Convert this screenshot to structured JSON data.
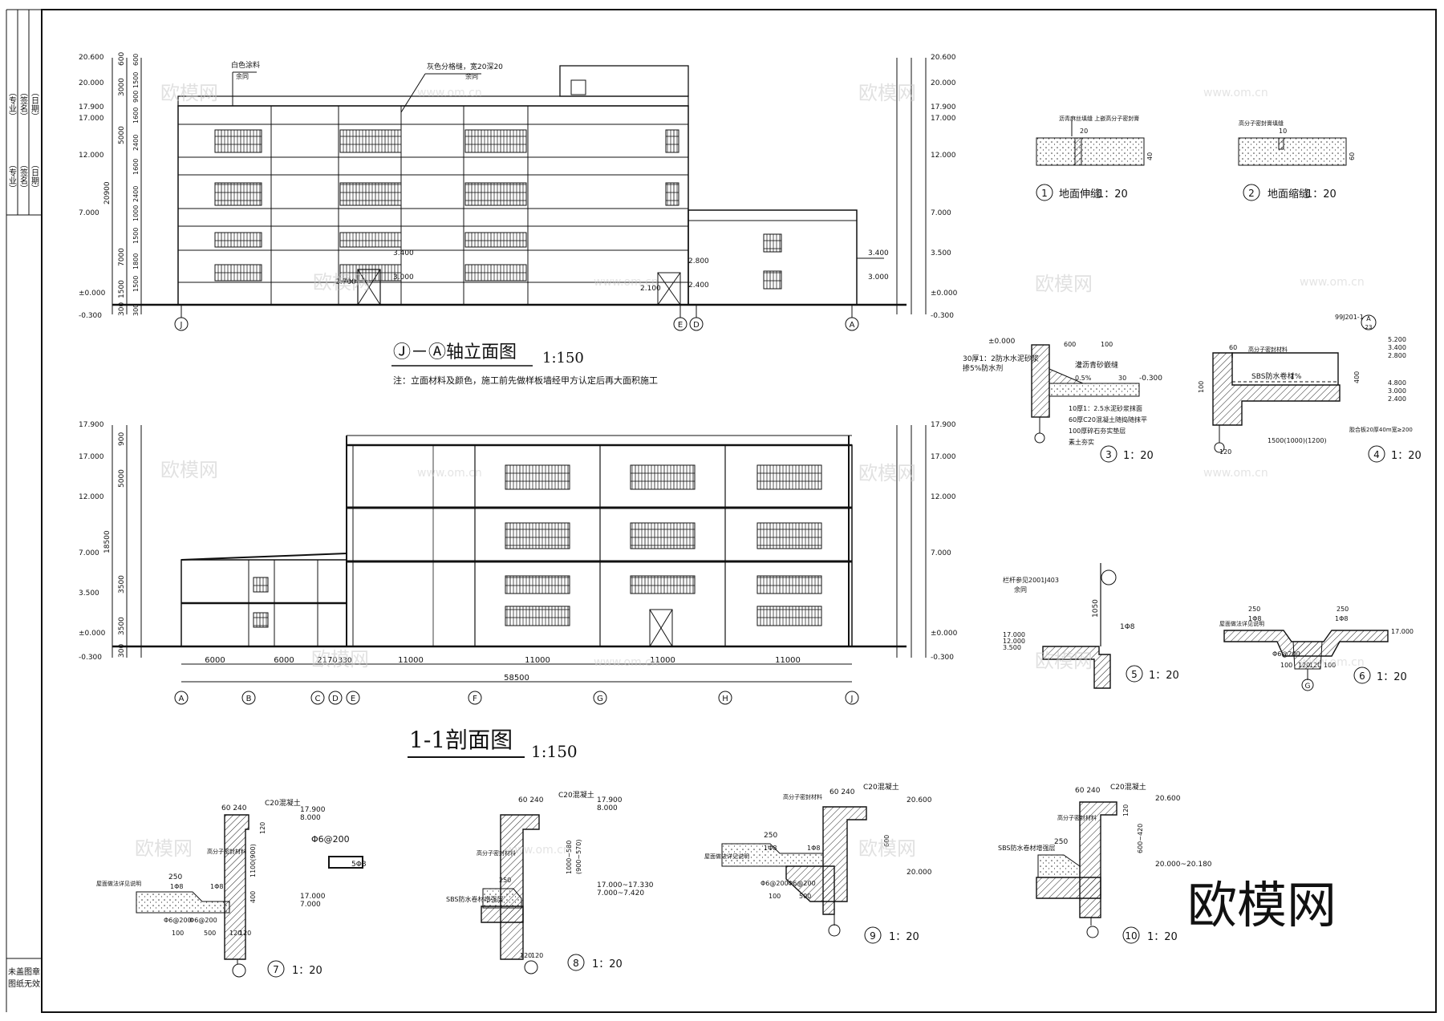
{
  "left_strip": {
    "top_labels": [
      "（专业）",
      "（签名）",
      "（日期）",
      "（专业）",
      "（签名）",
      "（日期）"
    ],
    "bottom_note": [
      "未盖图章",
      "图纸无效"
    ]
  },
  "elevation": {
    "title_axes": "Ⓙ－Ⓐ轴立面图",
    "scale": "1:150",
    "note": "注：立面材料及颜色，施工前先做样板墙经甲方认定后再大面积施工",
    "callout_1": "白色涂料",
    "callout_1b": "余同",
    "callout_2": "灰色分格缝，宽20深20",
    "callout_2b": "余同",
    "left_levels": [
      "20.600",
      "20.000",
      "17.900",
      "17.000",
      "12.000",
      "7.000",
      "±0.000",
      "-0.300"
    ],
    "right_levels": [
      "20.600",
      "20.000",
      "17.900",
      "17.000",
      "12.000",
      "7.000",
      "3.500",
      "±0.000",
      "-0.300"
    ],
    "dims_left": [
      "600",
      "3000",
      "5000",
      "20900",
      "7000",
      "1500",
      "300"
    ],
    "dims_left_inner": [
      "600",
      "1500",
      "900",
      "1600",
      "2400",
      "1600",
      "2400",
      "1000",
      "1500",
      "1800",
      "1500",
      "300"
    ],
    "inline_levels": [
      "3.400",
      "3.000",
      "2.700",
      "2.800",
      "2.400",
      "2.100",
      "3.400",
      "3.000"
    ],
    "axes": [
      "J",
      "E",
      "D",
      "A"
    ]
  },
  "section": {
    "title": "1-1剖面图",
    "scale": "1:150",
    "left_levels": [
      "17.900",
      "17.000",
      "12.000",
      "7.000",
      "3.500",
      "±0.000",
      "-0.300"
    ],
    "right_levels": [
      "17.900",
      "17.000",
      "12.000",
      "7.000",
      "±0.000",
      "-0.300"
    ],
    "dims_left": [
      "900",
      "5000",
      "18500",
      "3500",
      "3500",
      "300"
    ],
    "spans": [
      "6000",
      "6000",
      "2170",
      "330",
      "11000",
      "11000",
      "11000",
      "11000"
    ],
    "total": "58500",
    "axes": [
      "A",
      "B",
      "C",
      "D",
      "E",
      "F",
      "G",
      "H",
      "J"
    ]
  },
  "details": {
    "d1": {
      "num": "1",
      "title": "地面伸缝",
      "scale": "1：20",
      "note": "沥青麻丝填缝 上嵌高分子密封膏",
      "dim": "20",
      "dim2": "40"
    },
    "d2": {
      "num": "2",
      "title": "地面缩缝",
      "scale": "1：20",
      "note": "高分子密封膏填缝",
      "dim": "10",
      "dim2": "60"
    },
    "d3": {
      "num": "3",
      "scale": "1：20",
      "level": "±0.000",
      "level2": "-0.300",
      "note1": "30厚1：2防水水泥砂浆",
      "note2": "掺5%防水剂",
      "note3": "灌沥青砂嵌缝",
      "layers": [
        "10厚1：2.5水泥砂浆抹面",
        "60厚C20混凝土随捣随抹平",
        "100厚碎石夯实垫层",
        "素土夯实"
      ],
      "dims": [
        "600",
        "100",
        "30",
        "0.5%"
      ]
    },
    "d4": {
      "num": "4",
      "scale": "1：20",
      "ref": "99J201-1",
      "ref_a": "A",
      "ref_b": "23",
      "note1": "高分子密封材料",
      "note2": "SBS防水卷材",
      "slope": "1%",
      "note3": "胶合板20厚40m宽≥200",
      "dims": [
        "5.200",
        "3.400",
        "2.800",
        "4.800",
        "3.000",
        "2.400",
        "400",
        "1500(1000)(1200)",
        "120",
        "60",
        "100"
      ]
    },
    "d5": {
      "num": "5",
      "scale": "1：20",
      "note": "栏杆参见2001J403",
      "note2": "余同",
      "dims": [
        "1050",
        "1Φ8"
      ],
      "levels": [
        "17.000",
        "12.000",
        "3.500"
      ]
    },
    "d6": {
      "num": "6",
      "scale": "1：20",
      "note": "屋面做法详见说明",
      "axis": "G",
      "dims": [
        "250",
        "250",
        "1Φ8",
        "1Φ8",
        "17.000",
        "100",
        "120",
        "120",
        "100",
        "Φ6@200"
      ]
    },
    "d7": {
      "num": "7",
      "scale": "1：20",
      "top": "60 240",
      "conc": "C20混凝土",
      "levels": [
        "17.900",
        "8.000",
        "17.000",
        "7.000"
      ],
      "dims": [
        "250",
        "1Φ8",
        "1Φ8",
        "Φ6@200",
        "Φ6@200",
        "100",
        "500",
        "120",
        "120",
        "1100(900)",
        "400",
        "120"
      ],
      "note1": "高分子密封材料",
      "note2": "屋面做法详见说明",
      "rebar": "Φ6@200",
      "rebar2": "5Φ8"
    },
    "d8": {
      "num": "8",
      "scale": "1：20",
      "top": "60 240",
      "conc": "C20混凝土",
      "levels": [
        "17.900",
        "8.000",
        "17.000~17.330",
        "7.000~7.420"
      ],
      "dims": [
        "1000~580",
        "(900~570)",
        "250",
        "120",
        "120"
      ],
      "note1": "高分子密封材料",
      "note2": "SBS防水卷材增强层"
    },
    "d9": {
      "num": "9",
      "scale": "1：20",
      "top": "60 240",
      "conc": "C20混凝土",
      "levels": [
        "20.600",
        "20.000"
      ],
      "dims": [
        "600",
        "250",
        "1Φ8",
        "1Φ8",
        "Φ6@200",
        "Φ6@200",
        "100",
        "500"
      ],
      "note1": "高分子密封材料",
      "note2": "屋面做法详见说明"
    },
    "d10": {
      "num": "10",
      "scale": "1：20",
      "top": "60 240",
      "conc": "C20混凝土",
      "levels": [
        "20.600",
        "20.000~20.180"
      ],
      "dims": [
        "600~420",
        "250",
        "120"
      ],
      "note1": "高分子密封材料",
      "note2": "SBS防水卷材增强层"
    }
  },
  "watermarks": {
    "brand": "欧模网",
    "brand_small": "欧模网",
    "url": "www.om.cn"
  }
}
